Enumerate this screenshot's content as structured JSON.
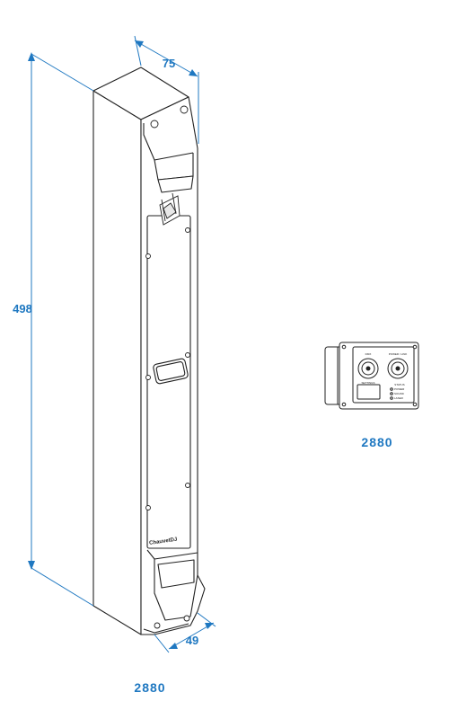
{
  "colors": {
    "accent": "#1f78c1",
    "outline": "#222222",
    "body_fill": "#ffffff"
  },
  "dimensions": {
    "height": "498",
    "width": "75",
    "depth": "49"
  },
  "captions": {
    "main_view": "2880",
    "side_view": "2880"
  },
  "product": {
    "logo_text": "ChauvetDJ"
  },
  "connector_panel": {
    "left_label": "DMX",
    "right_label": "POWER / LINK",
    "left_sub_label": "SETTINGS",
    "right_sub_label": "STATUS",
    "status_items": [
      "POWER",
      "SOUND",
      "LASER"
    ]
  },
  "icons": {
    "diagram": "fixture-line-drawing",
    "emblem": "bracket-logo-icon"
  }
}
